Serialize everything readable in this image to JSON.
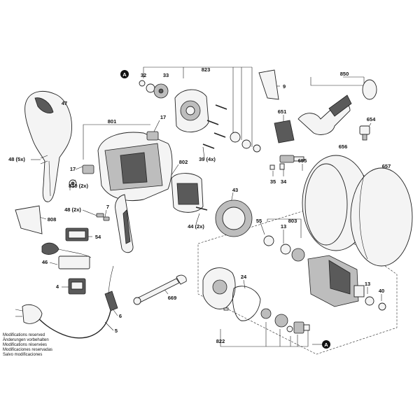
{
  "labels": {
    "A_top": "A",
    "A_bottom": "A",
    "l32": "32",
    "l33": "33",
    "l823": "823",
    "l9": "9",
    "l850": "850",
    "l47": "47",
    "l801": "801",
    "l17a": "17",
    "l17b": "17",
    "l651": "651",
    "l654": "654",
    "l48_5x": "48 (5x)",
    "l656": "656",
    "l657": "657",
    "l802": "802",
    "l39_4x": "39 (4x)",
    "l655": "655",
    "l810_2x": "810 (2x)",
    "l35": "35",
    "l34": "34",
    "l43": "43",
    "l808": "808",
    "l48_2x": "48 (2x)",
    "l7": "7",
    "l55": "55",
    "l803": "803",
    "l44_2x": "44 (2x)",
    "l13a": "13",
    "l13b": "13",
    "l54": "54",
    "l46": "46",
    "l4": "4",
    "l24": "24",
    "l669": "669",
    "l40": "40",
    "l6": "6",
    "l5": "5",
    "l822": "822"
  },
  "notes": [
    "Modifications reserved",
    "Änderungen vorbehalten",
    "Modifications réservées",
    "Modificaciones reservadas",
    "Salvo modificaciones"
  ]
}
